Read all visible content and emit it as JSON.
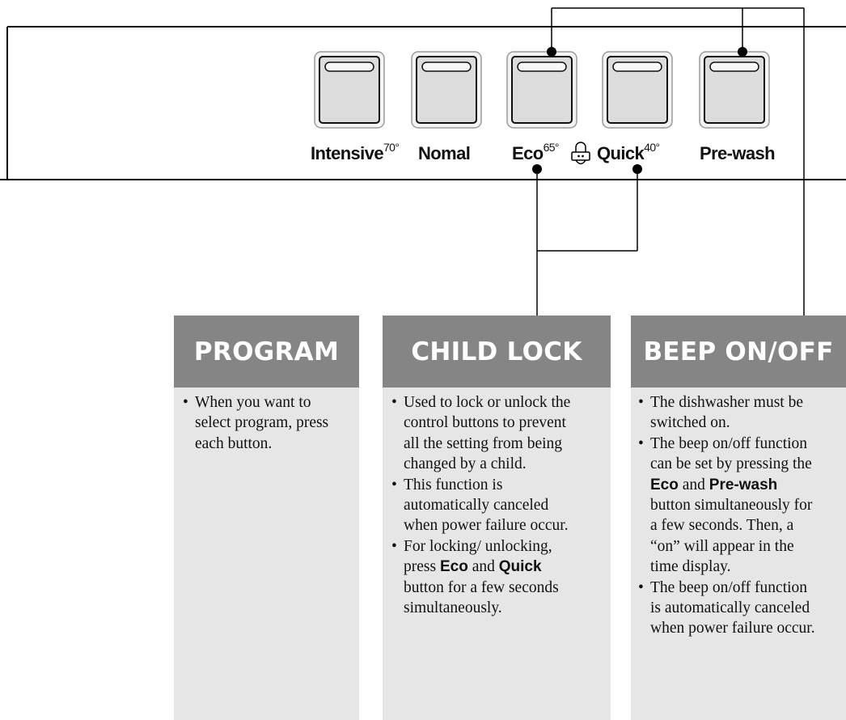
{
  "buttons": [
    {
      "name": "Intensive",
      "sup": "70°"
    },
    {
      "name": "Nomal",
      "sup": ""
    },
    {
      "name": "Eco",
      "sup": "65°"
    },
    {
      "name": "Quick",
      "sup": "40°"
    },
    {
      "name": "Pre-wash",
      "sup": ""
    }
  ],
  "lock_icon": "child-lock-icon",
  "cards": [
    {
      "title": "PROGRAM",
      "items": [
        [
          "When you want to",
          "select program, press",
          "each button."
        ]
      ]
    },
    {
      "title": "CHILD LOCK",
      "items": [
        [
          "Used to lock or unlock the",
          "control buttons to prevent",
          "all the setting from being",
          "changed by a child."
        ],
        [
          "This function is",
          "automatically canceled",
          "when power failure occur."
        ],
        [
          "For locking/ unlocking,",
          "press ",
          "Eco",
          " and ",
          "Quick",
          "button for a few seconds",
          "simultaneously."
        ]
      ]
    },
    {
      "title": "BEEP ON/OFF",
      "items": [
        [
          "The dishwasher must be",
          "switched on."
        ],
        [
          "The beep on/off function",
          "can be set by pressing the",
          "Eco",
          " and ",
          "Pre-wash",
          "button simultaneously for",
          "a few seconds. Then, a",
          "“on” will appear in the",
          "time display."
        ],
        [
          "The beep on/off function",
          "is automatically canceled",
          "when power failure occur."
        ]
      ]
    }
  ]
}
